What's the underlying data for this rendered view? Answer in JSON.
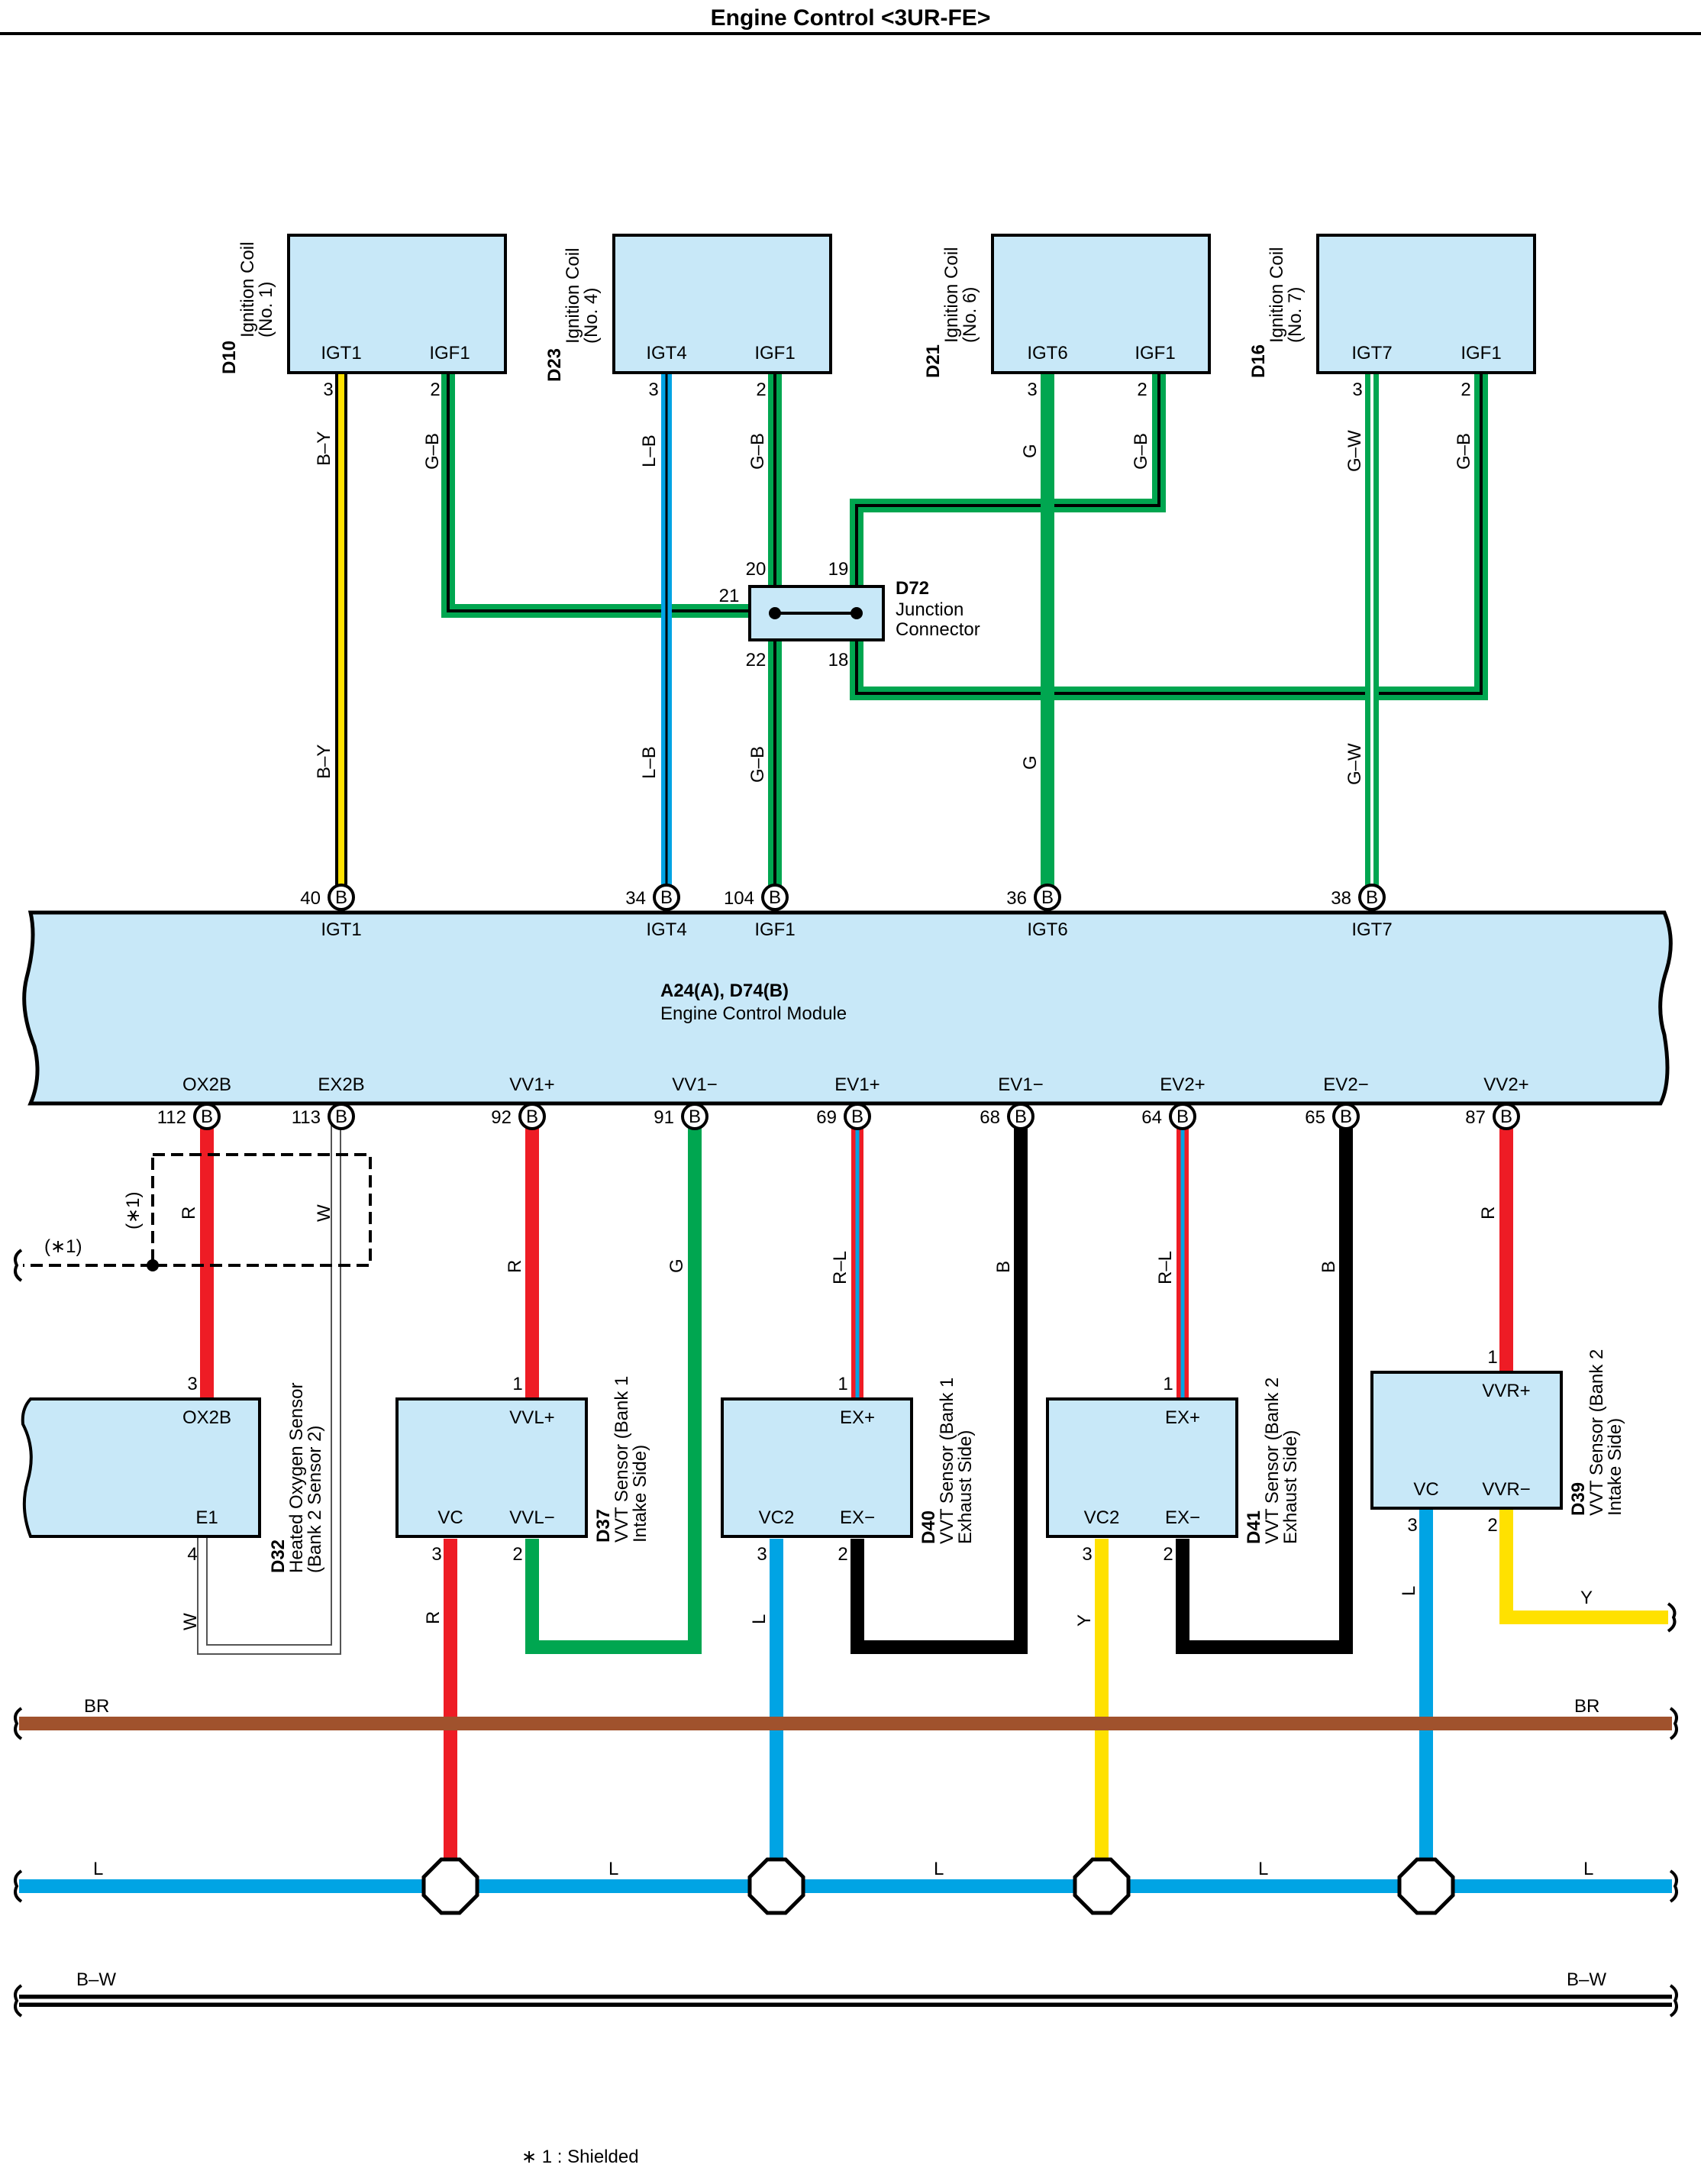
{
  "title": "Engine Control <3UR-FE>",
  "colors": {
    "component_fill": "#c8e8f8",
    "yellow": "#ffe100",
    "green": "#00a650",
    "blue": "#00a4e4",
    "red": "#ee1c25",
    "black": "#000000",
    "brown": "#a0522d",
    "white": "#ffffff"
  },
  "coils": [
    {
      "code": "D10",
      "name": "Ignition Coil",
      "sub": "(No. 1)",
      "pin_a_name": "IGT1",
      "pin_b_name": "IGF1",
      "pin_a_no": "3",
      "pin_b_no": "2"
    },
    {
      "code": "D23",
      "name": "Ignition Coil",
      "sub": "(No. 4)",
      "pin_a_name": "IGT4",
      "pin_b_name": "IGF1",
      "pin_a_no": "3",
      "pin_b_no": "2"
    },
    {
      "code": "D21",
      "name": "Ignition Coil",
      "sub": "(No. 6)",
      "pin_a_name": "IGT6",
      "pin_b_name": "IGF1",
      "pin_a_no": "3",
      "pin_b_no": "2"
    },
    {
      "code": "D16",
      "name": "Ignition Coil",
      "sub": "(No. 7)",
      "pin_a_name": "IGT7",
      "pin_b_name": "IGF1",
      "pin_a_no": "3",
      "pin_b_no": "2"
    }
  ],
  "junction": {
    "code": "D72",
    "name": "Junction",
    "name2": "Connector",
    "pins": [
      "20",
      "19",
      "21",
      "22",
      "18"
    ]
  },
  "ecm": {
    "code": "A24(A), D74(B)",
    "name": "Engine Control Module",
    "top_pins": [
      {
        "name": "IGT1",
        "no": "40",
        "conn": "B"
      },
      {
        "name": "IGT4",
        "no": "34",
        "conn": "B"
      },
      {
        "name": "IGF1",
        "no": "104",
        "conn": "B"
      },
      {
        "name": "IGT6",
        "no": "36",
        "conn": "B"
      },
      {
        "name": "IGT7",
        "no": "38",
        "conn": "B"
      }
    ],
    "bottom_pins": [
      {
        "name": "OX2B",
        "no": "112",
        "conn": "B"
      },
      {
        "name": "EX2B",
        "no": "113",
        "conn": "B"
      },
      {
        "name": "VV1+",
        "no": "92",
        "conn": "B"
      },
      {
        "name": "VV1−",
        "no": "91",
        "conn": "B"
      },
      {
        "name": "EV1+",
        "no": "69",
        "conn": "B"
      },
      {
        "name": "EV1−",
        "no": "68",
        "conn": "B"
      },
      {
        "name": "EV2+",
        "no": "64",
        "conn": "B"
      },
      {
        "name": "EV2−",
        "no": "65",
        "conn": "B"
      },
      {
        "name": "VV2+",
        "no": "87",
        "conn": "B"
      }
    ]
  },
  "wire_labels": {
    "by": "B–Y",
    "gb": "G–B",
    "lb": "L–B",
    "g": "G",
    "gw": "G–W",
    "r": "R",
    "w": "W",
    "rl": "R–L",
    "b": "B",
    "l": "L",
    "y": "Y",
    "br": "BR",
    "bw": "B–W"
  },
  "shield_mark": "(∗1)",
  "sensors": [
    {
      "code": "D32",
      "name": "Heated Oxygen Sensor",
      "sub": "(Bank 2 Sensor 2)",
      "p1": "OX2B",
      "p2": "E1",
      "n1": "3",
      "n2": "4"
    },
    {
      "code": "D37",
      "name": "VVT Sensor (Bank 1",
      "sub": "Intake Side)",
      "p1": "VVL+",
      "p2": "VC",
      "p3": "VVL−",
      "n1": "1",
      "n2": "3",
      "n3": "2"
    },
    {
      "code": "D40",
      "name": "VVT Sensor (Bank 1",
      "sub": "Exhaust Side)",
      "p1": "EX+",
      "p2": "VC2",
      "p3": "EX−",
      "n1": "1",
      "n2": "3",
      "n3": "2"
    },
    {
      "code": "D41",
      "name": "VVT Sensor (Bank 2",
      "sub": "Exhaust Side)",
      "p1": "EX+",
      "p2": "VC2",
      "p3": "EX−",
      "n1": "1",
      "n2": "3",
      "n3": "2"
    },
    {
      "code": "D39",
      "name": "VVT Sensor (Bank 2",
      "sub": "Intake Side)",
      "p1": "VVR+",
      "p2": "VC",
      "p3": "VVR−",
      "n1": "1",
      "n2": "3",
      "n3": "2"
    }
  ],
  "footnote": "∗ 1 : Shielded"
}
